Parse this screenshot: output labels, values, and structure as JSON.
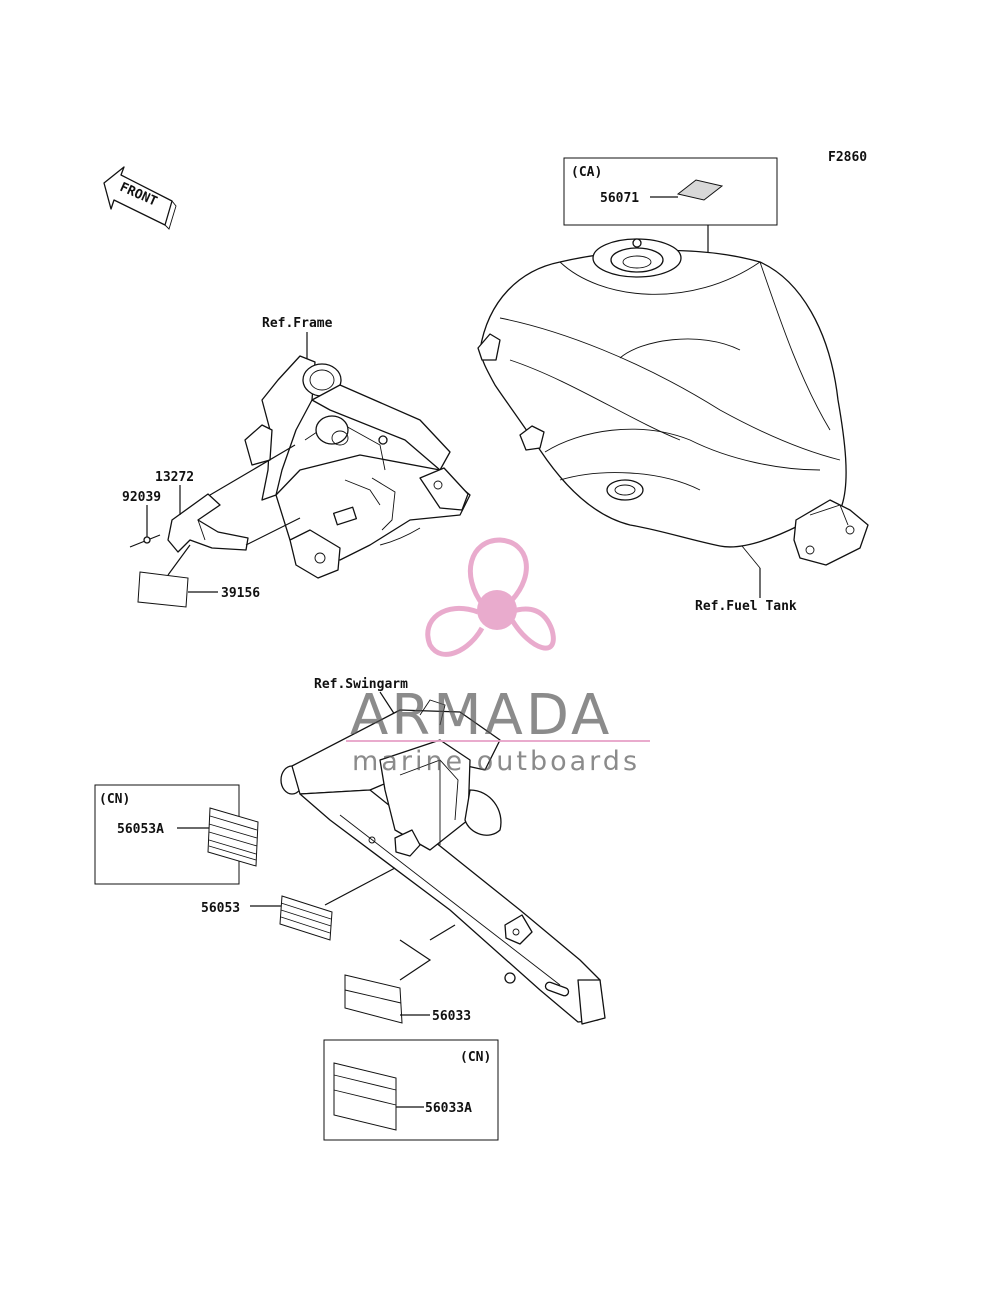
{
  "figure_code": "F2860",
  "front_indicator": "FRONT",
  "references": {
    "frame": "Ref.Frame",
    "fuel_tank": "Ref.Fuel Tank",
    "swingarm": "Ref.Swingarm"
  },
  "callouts": {
    "p13272": "13272",
    "p92039": "92039",
    "p39156": "39156",
    "p56071": "56071",
    "p56053A": "56053A",
    "p56053": "56053",
    "p56033": "56033",
    "p56033A": "56033A"
  },
  "variant_boxes": {
    "ca": "(CA)",
    "cn_left": "(CN)",
    "cn_bottom": "(CN)"
  },
  "watermark": {
    "brand": "ARMADA",
    "tagline": "marine outboards",
    "logo_icon": "propeller-icon",
    "color": "#e7a3c8"
  }
}
